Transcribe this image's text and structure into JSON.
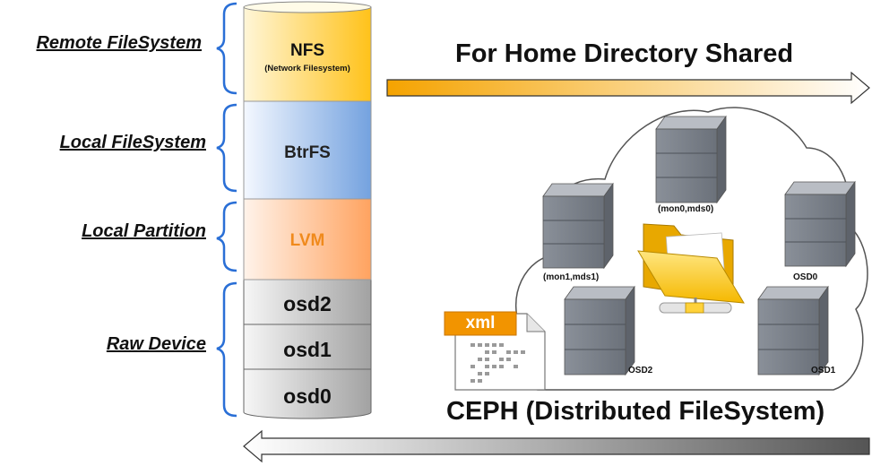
{
  "layers": {
    "nfs": {
      "title": "NFS",
      "subtitle": "(Network Filesystem)"
    },
    "btrfs": {
      "title": "BtrFS"
    },
    "lvm": {
      "title": "LVM"
    },
    "osd2": {
      "title": "osd2"
    },
    "osd1": {
      "title": "osd1"
    },
    "osd0": {
      "title": "osd0"
    }
  },
  "labels": {
    "remote": "Remote FileSystem",
    "local_fs": "Local FileSystem",
    "local_partition": "Local Partition",
    "raw_device": "Raw Device"
  },
  "headings": {
    "home": "For Home Directory Shared",
    "ceph": "CEPH (Distributed FileSystem)"
  },
  "servers": {
    "mon0": "(mon0,mds0)",
    "mon1": "(mon1,mds1)",
    "osd0": "OSD0",
    "osd1": "OSD1",
    "osd2": "OSD2"
  },
  "xml_badge": "xml",
  "colors": {
    "nfs": "#ffcc33",
    "btrfs": "#7aa6e0",
    "lvm": "#ffa86a",
    "lvm_text": "#f08a1c",
    "osd": "#a8a8a8",
    "bracket": "#2a6fd6"
  }
}
